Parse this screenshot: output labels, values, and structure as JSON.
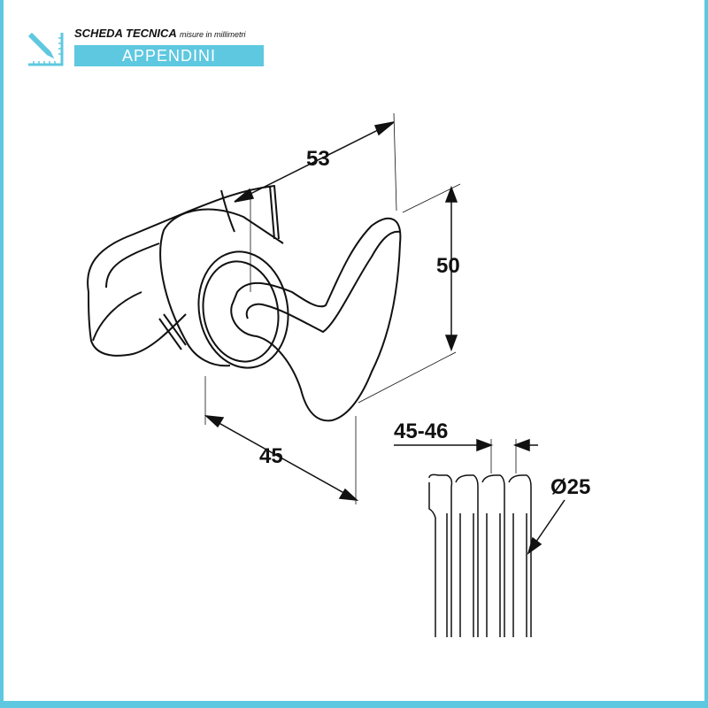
{
  "header": {
    "title": "SCHEDA TECNICA",
    "subtitle": "misure in millimetri",
    "product": "APPENDINI"
  },
  "dimensions": {
    "depth": "53",
    "height": "50",
    "width": "45",
    "spacing": "45-46",
    "diameter": "Ø25"
  },
  "colors": {
    "accent": "#5ec8e0",
    "line": "#111111"
  }
}
